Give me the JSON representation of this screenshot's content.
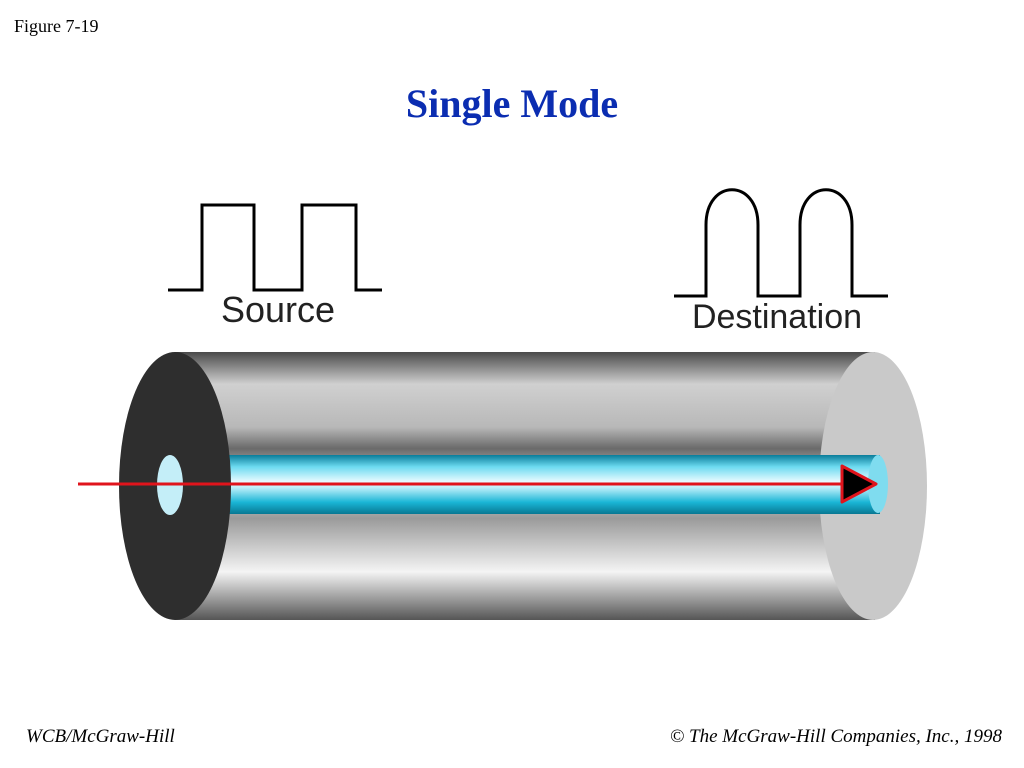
{
  "figure_label": "Figure 7-19",
  "title": "Single Mode",
  "labels": {
    "source": "Source",
    "destination": "Destination"
  },
  "footer": {
    "left": "WCB/McGraw-Hill",
    "copyright_symbol": "©",
    "right": "The McGraw-Hill Companies, Inc., 1998"
  },
  "colors": {
    "title": "#0b2db1",
    "signal_ray": "#e0141c",
    "core": "#1ab6d6",
    "cladding_end": "#2e2e2e"
  }
}
